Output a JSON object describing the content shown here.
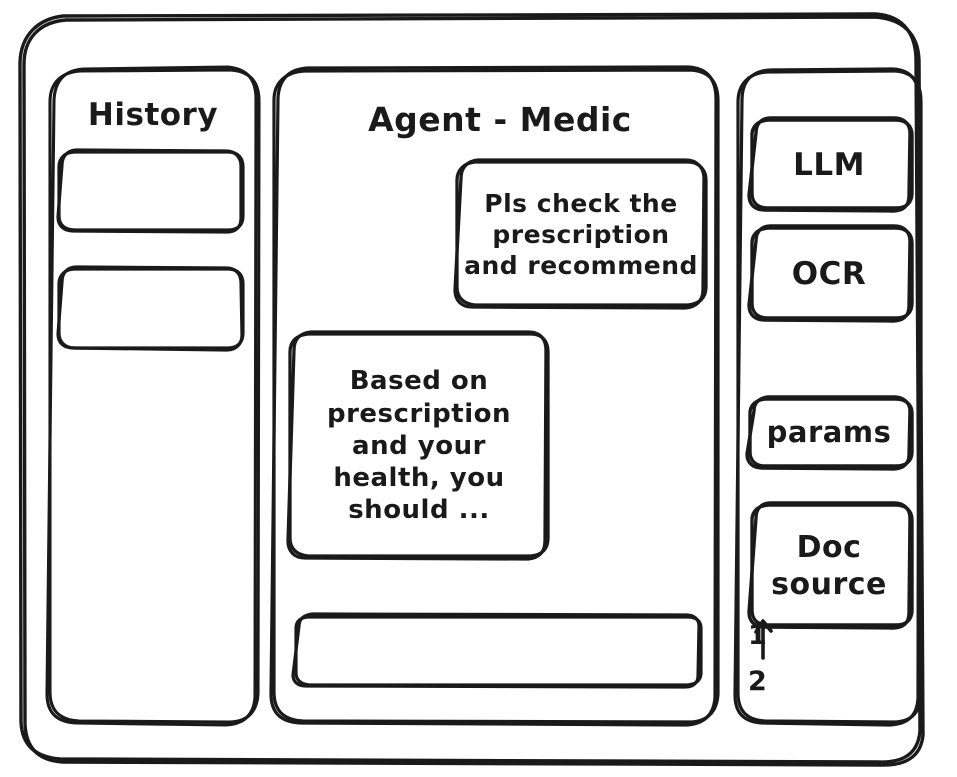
{
  "window": {
    "frame_name": "app-window"
  },
  "sidebar_left": {
    "title": "History",
    "items": [
      {
        "label": ""
      },
      {
        "label": ""
      }
    ]
  },
  "main": {
    "title": "Agent - Medic",
    "messages": [
      {
        "role": "user",
        "text": "Pls check the\nprescription\nand recommend"
      },
      {
        "role": "assistant",
        "text": "Based on\nprescription\nand your\nhealth, you\nshould ..."
      }
    ],
    "composer": {
      "value": "",
      "placeholder": ""
    }
  },
  "sidebar_right": {
    "buttons": [
      {
        "label": "LLM"
      },
      {
        "label": "OCR"
      },
      {
        "label": "params"
      }
    ],
    "doc_source": {
      "label": "Doc\nsource",
      "items": [
        "1",
        "2"
      ]
    }
  },
  "style": {
    "ink": "#1a1a1a",
    "paper": "#ffffff"
  }
}
